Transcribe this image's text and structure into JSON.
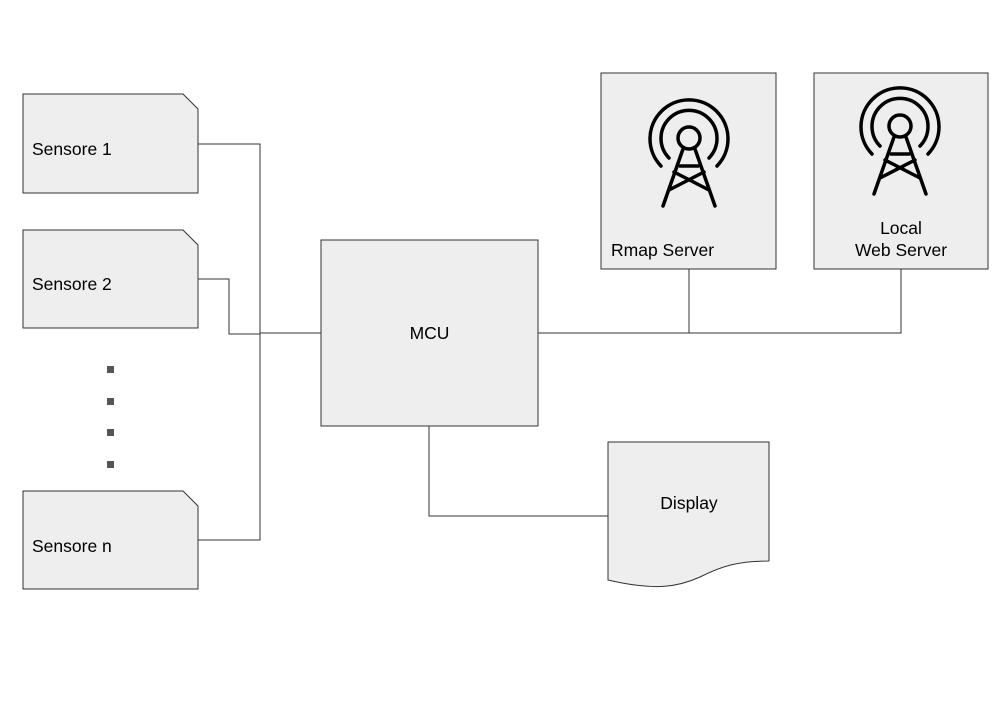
{
  "nodes": {
    "sensor_1": "Sensore 1",
    "sensor_2": "Sensore 2",
    "sensor_n": "Sensore n",
    "mcu": "MCU",
    "display": "Display",
    "rmap_server": "Rmap Server",
    "local_web_server_line1": "Local",
    "local_web_server_line2": "Web Server"
  },
  "icons": {
    "rmap_server_icon": "antenna-tower-icon",
    "local_web_server_icon": "antenna-tower-icon",
    "ellipsis": "vertical-dots"
  },
  "colors": {
    "node_fill": "#eeeeee",
    "stroke": "#333333"
  }
}
